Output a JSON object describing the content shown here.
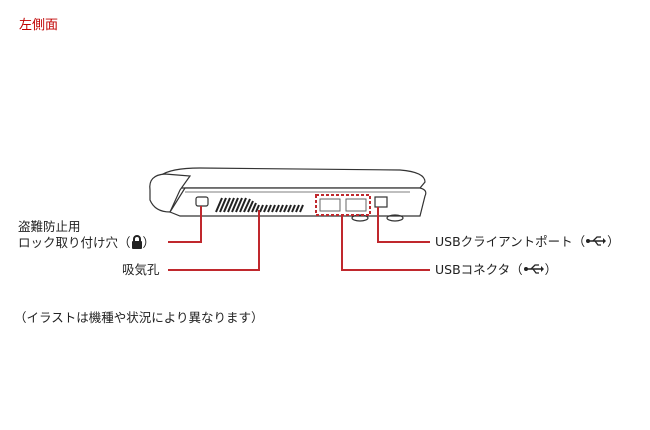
{
  "title": "左側面",
  "labels": {
    "lock_line1": "盗難防止用",
    "lock_line2_pre": "ロック取り付け穴（",
    "lock_line2_post": "）",
    "vent": "吸気孔",
    "usb_client_pre": "USBクライアントポート（",
    "usb_client_post": "）",
    "usb_connector_pre": "USBコネクタ（",
    "usb_connector_post": "）"
  },
  "note": "（イラストは機種や状況により異なります）",
  "colors": {
    "accent": "#c0282d",
    "title": "#c00000"
  },
  "icons": [
    "lock-icon",
    "usb-icon"
  ]
}
